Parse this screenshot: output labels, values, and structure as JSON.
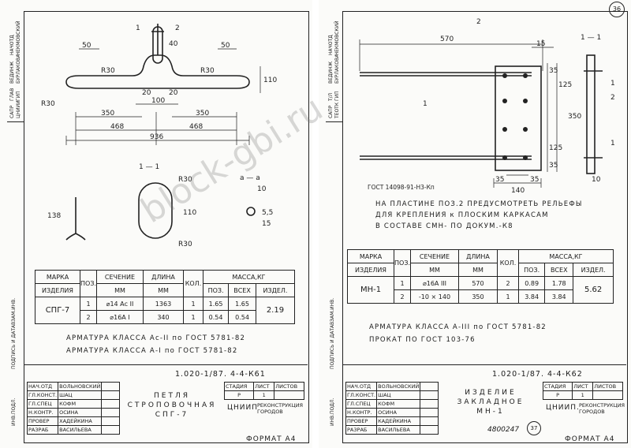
{
  "left": {
    "labels": {
      "pos1": "1",
      "pos2": "2",
      "d50a": "50",
      "d50b": "50",
      "d40": "40",
      "r30a": "R30",
      "r30b": "R30",
      "r30c": "R30",
      "d20a": "20",
      "d20b": "20",
      "d100": "100",
      "d350a": "350",
      "d350b": "350",
      "d468a": "468",
      "d468b": "468",
      "d936": "936",
      "d110": "110",
      "sec11": "1 — 1",
      "secaa": "а — а",
      "r30d": "R30",
      "r30e": "R30",
      "d138": "138",
      "d110b": "110",
      "d10": "10",
      "d55": "5,5",
      "d15": "15"
    },
    "spec": {
      "h_marka": "МАРКА",
      "h_izd": "ИЗДЕЛИЯ",
      "h_poz": "ПОЗ.",
      "h_sech": "СЕЧЕНИЕ",
      "h_mm": "ММ",
      "h_dlina": "ДЛИНА",
      "h_mm2": "ММ",
      "h_kol": "КОЛ.",
      "h_massa": "МАССА,КГ",
      "h_poz2": "ПОЗ.",
      "h_vseh": "ВСЕХ",
      "h_izdel": "ИЗДЕЛ.",
      "mark": "СПГ-7",
      "rows": [
        {
          "poz": "1",
          "sech": "⌀14 Ас II",
          "len": "1363",
          "kol": "1",
          "m1": "1.65",
          "m2": "1.65"
        },
        {
          "poz": "2",
          "sech": "⌀16А I",
          "len": "340",
          "kol": "1",
          "m1": "0.54",
          "m2": "0.54"
        }
      ],
      "total": "2.19"
    },
    "notes": [
      "АРМАТУРА КЛАССА Ас-II по ГОСТ 5781-82",
      "АРМАТУРА КЛАССА А-I по ГОСТ 5781-82"
    ],
    "side_labels": [
      "САПР",
      "ЦНИИИ",
      "ГЛАВ",
      "ГИП",
      "ВЕДИНЖ",
      "БУРЛАКОВА",
      "НАЧОТД",
      "ЧЕКМОВСКИЙ"
    ],
    "side_labels_low": [
      "ВЗАМ.ИНВ.",
      "ПОДПИСЬ И ДАТА",
      "ИНВ.ПОДЛ."
    ],
    "code": "1.020-1/87. 4-4-К61",
    "tb_roles": [
      "НАЧ.ОТД",
      "ГЛ.КОНСТ.",
      "ГЛ.СПЕЦ",
      "Н.КОНТР.",
      "ПРОВЕР",
      "РАЗРАБ"
    ],
    "tb_names": [
      "ВОЛЬНОВСКИЙ",
      "ШАЦ",
      "КОФМ",
      "ОСИНА",
      "ХАДЕЙКИНА",
      "ВАСИЛЬЕВА"
    ],
    "title": [
      "ПЕТЛЯ",
      "СТРОПОВОЧНАЯ",
      "СПГ-7"
    ],
    "stadia_h": "СТАДИЯ",
    "list_h": "ЛИСТ",
    "listov_h": "ЛИСТОВ",
    "stadia": "Р",
    "list": "1",
    "org": "ЦНИИП",
    "org2": "РЕКОНСТРУКЦИЯ ГОРОДОВ",
    "format": "ФОРМАТ А4"
  },
  "right": {
    "labels": {
      "d570": "570",
      "d15": "15",
      "sec11": "1 — 1",
      "pos1": "1",
      "pos2": "2",
      "pos1b": "1",
      "pos1c": "1",
      "pos2b": "2",
      "d35a": "35",
      "d125a": "125",
      "d350": "350",
      "d125b": "125",
      "d35b": "35",
      "d35c": "35",
      "d140": "140",
      "d35d": "35",
      "d10": "10",
      "gost": "ГОСТ 14098-91-Н3-Кп"
    },
    "note_lines": [
      "НА ПЛАСТИНЕ ПОЗ.2 ПРЕДУСМОТРЕТЬ РЕЛЬЕФЫ",
      "ДЛЯ КРЕПЛЕНИЯ к ПЛОСКИМ КАРКАСАМ",
      "В СОСТАВЕ СМН- ПО ДОКУМ.-К8"
    ],
    "spec": {
      "h_marka": "МАРКА",
      "h_izd": "ИЗДЕЛИЯ",
      "h_poz": "ПОЗ.",
      "h_sech": "СЕЧЕНИЕ",
      "h_mm": "ММ",
      "h_dlina": "ДЛИНА",
      "h_mm2": "ММ",
      "h_kol": "КОЛ.",
      "h_massa": "МАССА,КГ",
      "h_poz2": "ПОЗ.",
      "h_vseh": "ВСЕХ",
      "h_izdel": "ИЗДЕЛ.",
      "mark": "МН-1",
      "rows": [
        {
          "poz": "1",
          "sech": "⌀16А III",
          "len": "570",
          "kol": "2",
          "m1": "0.89",
          "m2": "1.78"
        },
        {
          "poz": "2",
          "sech": "-10 × 140",
          "len": "350",
          "kol": "1",
          "m1": "3.84",
          "m2": "3.84"
        }
      ],
      "total": "5.62"
    },
    "notes": [
      "АРМАТУРА КЛАССА А-III по ГОСТ 5781-82",
      "ПРОКАТ   ПО   ГОСТ   103-76"
    ],
    "side_labels": [
      "САПР",
      "ТЕОТК",
      "Т/Л",
      "ГИП",
      "ВЕДИНЖ",
      "БУРЛАКОВА",
      "НАЧОТД",
      "ЧЕКМОВСКИЙ"
    ],
    "side_labels_low": [
      "ВЗАМ.ИНВ.",
      "ПОДПИСЬ И ДАТА",
      "ИНВ.ПОДЛ."
    ],
    "code": "1.020-1/87. 4-4-К62",
    "tb_roles": [
      "НАЧ.ОТД",
      "ГЛ.КОНСТ.",
      "ГЛ.СПЕЦ",
      "Н.КОНТР.",
      "ПРОВЕР",
      "РАЗРАБ"
    ],
    "tb_names": [
      "ВОЛЬНОВСКИЙ",
      "ШАЦ",
      "КОФМ",
      "ОСИНА",
      "КАДЕЙКИНА",
      "ВАСИЛЬЕВА"
    ],
    "title": [
      "ИЗДЕЛИЕ",
      "ЗАКЛАДНОЕ",
      "МН-1"
    ],
    "stadia_h": "СТАДИЯ",
    "list_h": "ЛИСТ",
    "listov_h": "ЛИСТОВ",
    "stadia": "Р",
    "list": "1",
    "org": "ЦНИИП.",
    "org2": "РЕКОНСТРУКЦИЯ ГОРОДОВ",
    "stamp": "4800247",
    "page_bottom": "37",
    "format": "ФОРМАТ А4"
  },
  "page_top": "36",
  "watermark": "block-gbi.ru"
}
